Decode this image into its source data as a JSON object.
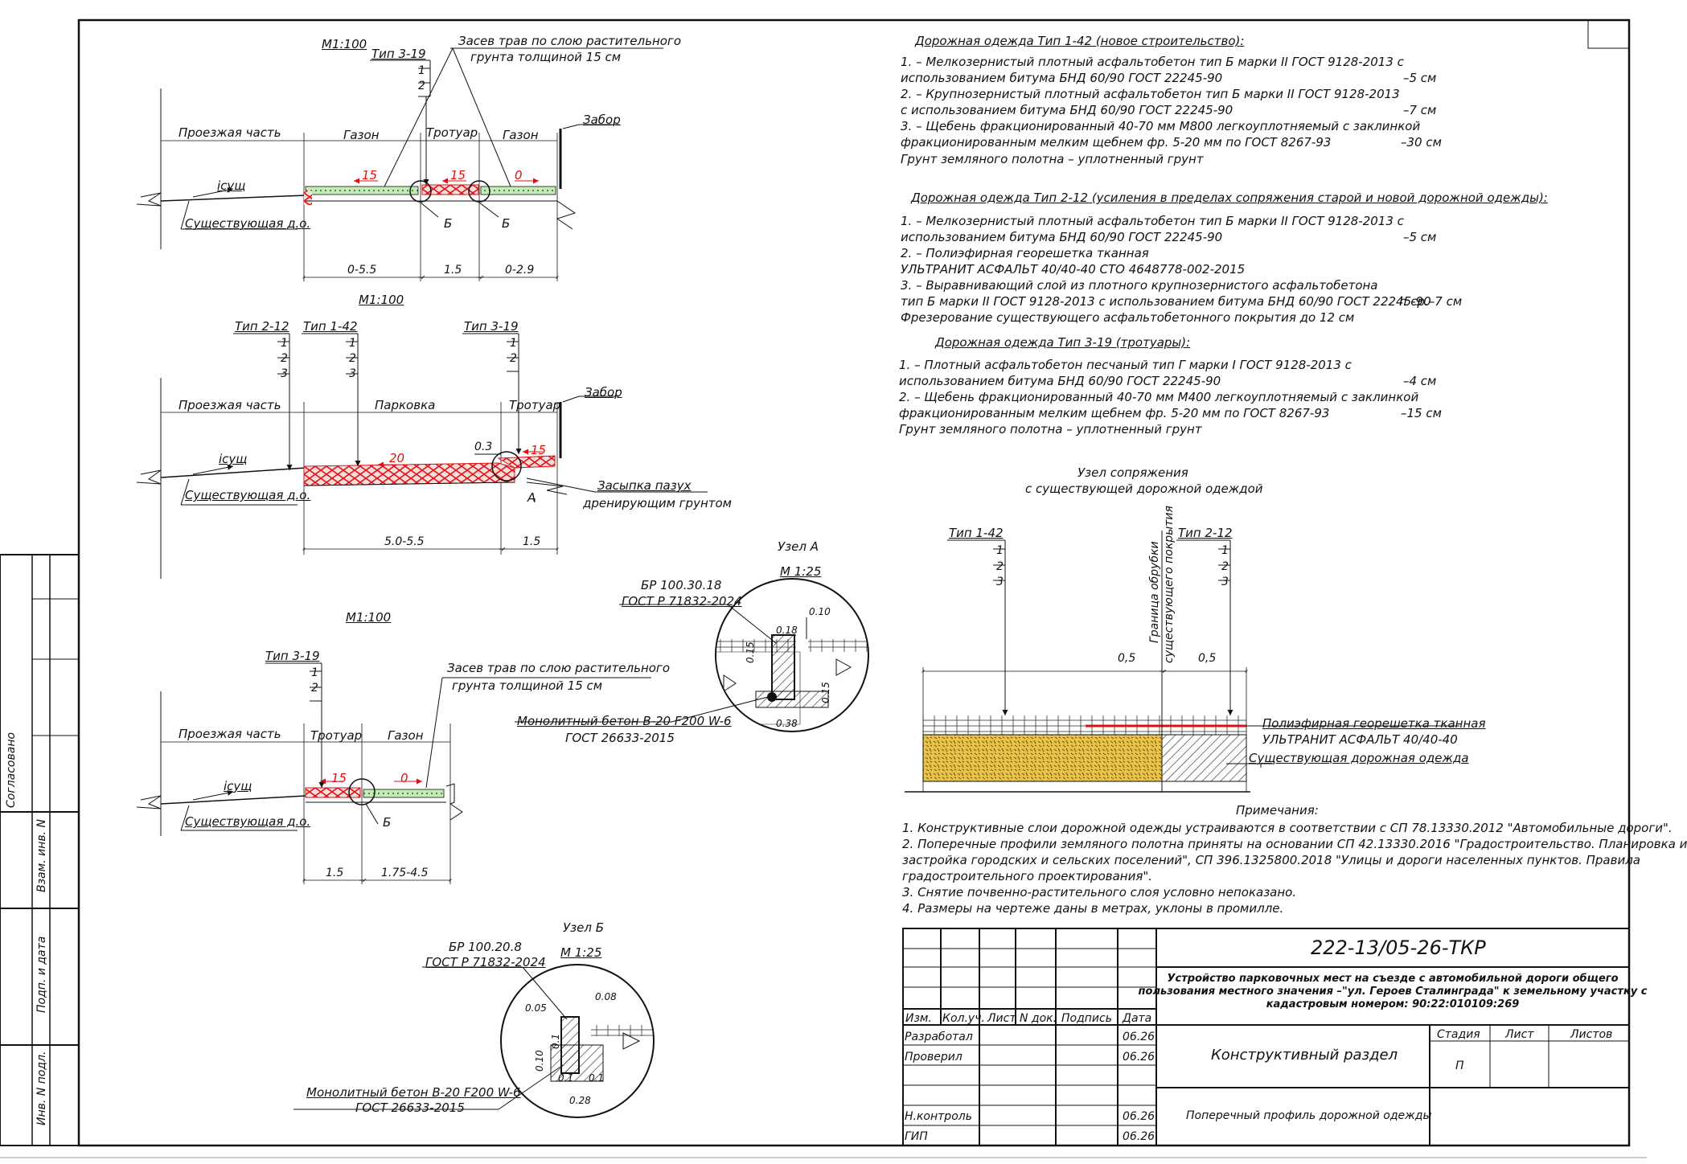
{
  "sections": {
    "s1": {
      "scale": "M1:100",
      "type_label": "Тип 3-19",
      "layers": [
        "1",
        "2"
      ],
      "grass_note": [
        "Засев трав по слою растительного",
        "грунта толщиной 15 см"
      ],
      "zones": [
        "Проезжая часть",
        "Газон",
        "Тротуар",
        "Газон"
      ],
      "fence": "Забор",
      "slope_var": "iсущ",
      "existing": "Существующая д.о.",
      "slopes": [
        "15",
        "15",
        "0"
      ],
      "node": "Б",
      "dims": [
        "0-5.5",
        "1.5",
        "0-2.9"
      ]
    },
    "s2": {
      "scale": "M1:100",
      "types": [
        {
          "label": "Тип 2-12",
          "layers": [
            "1",
            "2",
            "3"
          ]
        },
        {
          "label": "Тип 1-42",
          "layers": [
            "1",
            "2",
            "3"
          ]
        },
        {
          "label": "Тип 3-19",
          "layers": [
            "1",
            "2"
          ]
        }
      ],
      "zones": [
        "Проезжая часть",
        "Парковка",
        "Тротуар"
      ],
      "fence": "Забор",
      "slope_var": "iсущ",
      "existing": "Существующая д.о.",
      "slopes": [
        "20",
        "15"
      ],
      "gap": "0.3",
      "node": "А",
      "fill_note": [
        "Засыпка пазух",
        "дренирующим грунтом"
      ],
      "dims": [
        "5.0-5.5",
        "1.5"
      ]
    },
    "s3": {
      "scale": "M1:100",
      "type_label": "Тип 3-19",
      "layers": [
        "1",
        "2"
      ],
      "grass_note": [
        "Засев трав по слою растительного",
        "грунта толщиной 15 см"
      ],
      "zones": [
        "Проезжая часть",
        "Тротуар",
        "Газон"
      ],
      "slope_var": "iсущ",
      "existing": "Существующая д.о.",
      "slopes": [
        "15",
        "0"
      ],
      "node": "Б",
      "dims": [
        "1.5",
        "1.75-4.5"
      ]
    }
  },
  "node_a": {
    "title": "Узел А",
    "scale": "М 1:25",
    "curb": [
      "БР 100.30.18",
      "ГОСТ Р 71832-2024"
    ],
    "concrete": [
      "Монолитный бетон В-20 F200 W-6",
      "ГОСТ 26633-2015"
    ],
    "dims": [
      "0.10",
      "0.18",
      "0.15",
      "0.15",
      "0.38"
    ]
  },
  "node_b": {
    "title": "Узел Б",
    "scale": "М 1:25",
    "curb": [
      "БР 100.20.8",
      "ГОСТ Р 71832-2024"
    ],
    "concrete": [
      "Монолитный бетон В-20 F200 W-6",
      "ГОСТ 26633-2015"
    ],
    "dims": [
      "0.05",
      "0.08",
      "0.10",
      "0.1",
      "0.1",
      "0.1",
      "0.28"
    ]
  },
  "pavement_types": [
    {
      "title": "Дорожная одежда Тип 1-42 (новое строительство):",
      "lines": [
        {
          "text": "1. – Мелкозернистый плотный асфальтобетон тип Б марки II ГОСТ 9128-2013 с",
          "thk": ""
        },
        {
          "text": "использованием битума БНД 60/90 ГОСТ 22245-90",
          "thk": "–5 см"
        },
        {
          "text": "2. – Крупнозернистый плотный асфальтобетон тип Б марки II ГОСТ 9128-2013",
          "thk": ""
        },
        {
          "text": "с использованием битума БНД 60/90 ГОСТ 22245-90",
          "thk": "–7 см"
        },
        {
          "text": "3. – Щебень фракционированный 40-70 мм М800 легкоуплотняемый с заклинкой",
          "thk": ""
        },
        {
          "text": "фракционированным мелким щебнем фр. 5-20 мм по ГОСТ 8267-93",
          "thk": "–30 см"
        },
        {
          "text": "Грунт земляного полотна  – уплотненный грунт",
          "thk": ""
        }
      ]
    },
    {
      "title": "Дорожная одежда Тип 2-12 (усиления в пределах сопряжения старой и новой дорожной одежды):",
      "lines": [
        {
          "text": "1. – Мелкозернистый плотный асфальтобетон тип Б марки II ГОСТ 9128-2013 с",
          "thk": ""
        },
        {
          "text": "использованием битума БНД 60/90 ГОСТ 22245-90",
          "thk": "–5 см"
        },
        {
          "text": "2. – Полиэфирная георешетка тканная",
          "thk": ""
        },
        {
          "text": "УЛЬТРАНИТ АСФАЛЬТ 40/40-40 СТО 4648778-002-2015",
          "thk": ""
        },
        {
          "text": "3. – Выравнивающий слой из плотного крупнозернистого асфальтобетона",
          "thk": ""
        },
        {
          "text": "тип Б марки II ГОСТ 9128-2013 с использованием битума БНД 60/90 ГОСТ 22245-90",
          "thk": "h ср.–7 см"
        },
        {
          "text": "Фрезерование существующего асфальтобетонного покрытия до 12 см",
          "thk": ""
        }
      ]
    },
    {
      "title": "Дорожная одежда Тип 3-19 (тротуары):",
      "lines": [
        {
          "text": "1. – Плотный асфальтобетон песчаный тип Г марки I ГОСТ 9128-2013 с",
          "thk": ""
        },
        {
          "text": "использованием битума БНД 60/90 ГОСТ 22245-90",
          "thk": "–4 см"
        },
        {
          "text": "2. – Щебень фракционированный 40-70 мм М400 легкоуплотняемый с заклинкой",
          "thk": ""
        },
        {
          "text": "фракционированным мелким щебнем фр. 5-20 мм по ГОСТ 8267-93",
          "thk": "–15 см"
        },
        {
          "text": "Грунт земляного полотна  – уплотненный грунт",
          "thk": ""
        }
      ]
    }
  ],
  "junction": {
    "title": [
      "Узел сопряжения",
      "с существующей дорожной одеждой"
    ],
    "type_a": {
      "label": "Тип 1-42",
      "layers": [
        "1",
        "2",
        "3"
      ]
    },
    "type_b": {
      "label": "Тип 2-12",
      "layers": [
        "1",
        "2",
        "3"
      ]
    },
    "cut_label": [
      "Граница обрубки",
      "существующего покрытия"
    ],
    "dims": [
      "0,5",
      "0,5"
    ],
    "geogrid": [
      "Полиэфирная георешетка тканная",
      "УЛЬТРАНИТ АСФАЛЬТ 40/40-40"
    ],
    "existing": "Существующая дорожная одежда"
  },
  "notes": {
    "title": "Примечания:",
    "lines": [
      "1. Конструктивные слои дорожной одежды устраиваются в соответствии с СП 78.13330.2012 \"Автомобильные дороги\".",
      "2. Поперечные профили земляного полотна приняты на основании СП 42.13330.2016 \"Градостроительство. Планировка и",
      "застройка городских и сельских поселений\", СП 396.1325800.2018 \"Улицы и дороги населенных пунктов. Правила",
      "градостроительного проектирования\".",
      "3. Снятие почвенно-растительного слоя условно непоказано.",
      "4. Размеры на чертеже даны в метрах, уклоны в промилле."
    ]
  },
  "title_block": {
    "code": "222-13/05-26-ТКР",
    "project": [
      "Устройство парковочных мест на съезде с автомобильной дороги общего",
      "пользования местного значения –\"ул. Героев Сталинграда\" к земельному участку с",
      "кадастровым номером: 90:22:010109:269"
    ],
    "section": "Конструктивный  раздел",
    "sheet_title": "Поперечный профиль дорожной одежды",
    "headers": [
      "Изм.",
      "Кол.уч.",
      "Лист",
      "N док.",
      "Подпись",
      "Дата"
    ],
    "roles": [
      {
        "role": "Разработал",
        "date": "06.26"
      },
      {
        "role": "Проверил",
        "date": "06.26"
      },
      {
        "role": "Н.контроль",
        "date": "06.26"
      },
      {
        "role": "ГИП",
        "date": "06.26"
      }
    ],
    "stage_headers": [
      "Стадия",
      "Лист",
      "Листов"
    ],
    "stage": "П"
  },
  "left_stamps": [
    "Согласовано",
    "Взам. инв. N",
    "Подп. и дата",
    "Инв. N подл."
  ]
}
